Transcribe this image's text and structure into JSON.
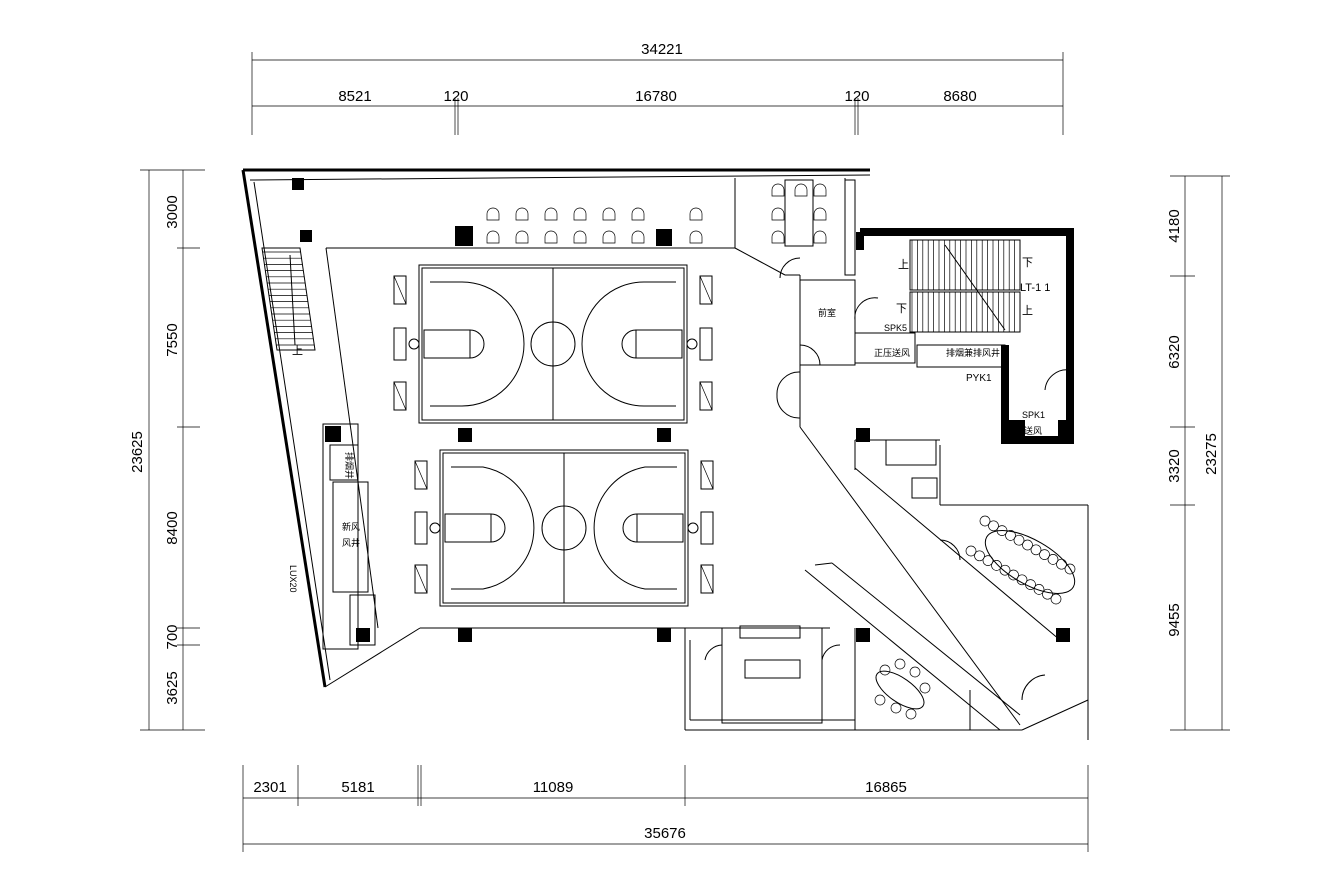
{
  "dimensions": {
    "top_total": "34221",
    "top_segments": [
      "8521",
      "120",
      "16780",
      "120",
      "8680"
    ],
    "left_total": "23625",
    "left_segments": [
      "3000",
      "7550",
      "8400",
      "700",
      "3625"
    ],
    "right_total": "23275",
    "right_segments": [
      "4180",
      "6320",
      "3320",
      "9455"
    ],
    "bottom_total": "35676",
    "bottom_segments": [
      "2301",
      "5181",
      "11089",
      "16865"
    ]
  },
  "labels": {
    "stair_up": "上",
    "stair_down": "下",
    "lift": "LT-1 1",
    "pyk": "PYK1",
    "spk1": "SPK1",
    "spk5": "SPK5",
    "shaft_supply": "正压送风",
    "shaft_exhaust": "排烟兼排风井",
    "shaft_fresh": "新风",
    "shaft_fresh2": "风井",
    "shaft_smoke": "排烟井",
    "room_small": "前室",
    "supply": "送风",
    "vert_code": "LUX20"
  }
}
